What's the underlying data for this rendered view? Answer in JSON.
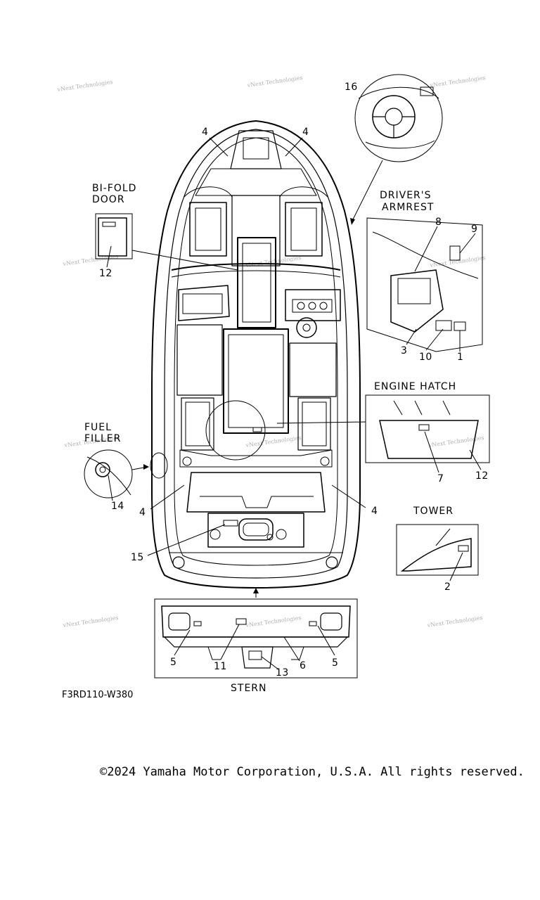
{
  "labels": {
    "bifold": [
      "BI-FOLD",
      "DOOR"
    ],
    "drivers": [
      "DRIVER'S",
      "ARMREST"
    ],
    "engine": "ENGINE HATCH",
    "fuel": [
      "FUEL",
      "FILLER"
    ],
    "tower": "TOWER",
    "stern": "STERN"
  },
  "callouts": {
    "c16": "16",
    "c4a": "4",
    "c4b": "4",
    "c8": "8",
    "c9": "9",
    "c12a": "12",
    "c3": "3",
    "c10": "10",
    "c1": "1",
    "c7": "7",
    "c12b": "12",
    "c14": "14",
    "c4c": "4",
    "c4d": "4",
    "c15": "15",
    "c2": "2",
    "c5a": "5",
    "c11": "11",
    "c6": "6",
    "c5b": "5",
    "c13": "13"
  },
  "figure_code": "F3RD110-W380",
  "watermark": "vNext Technologies",
  "copyright": "©2024 Yamaha Motor Corporation, U.S.A. All rights reserved."
}
